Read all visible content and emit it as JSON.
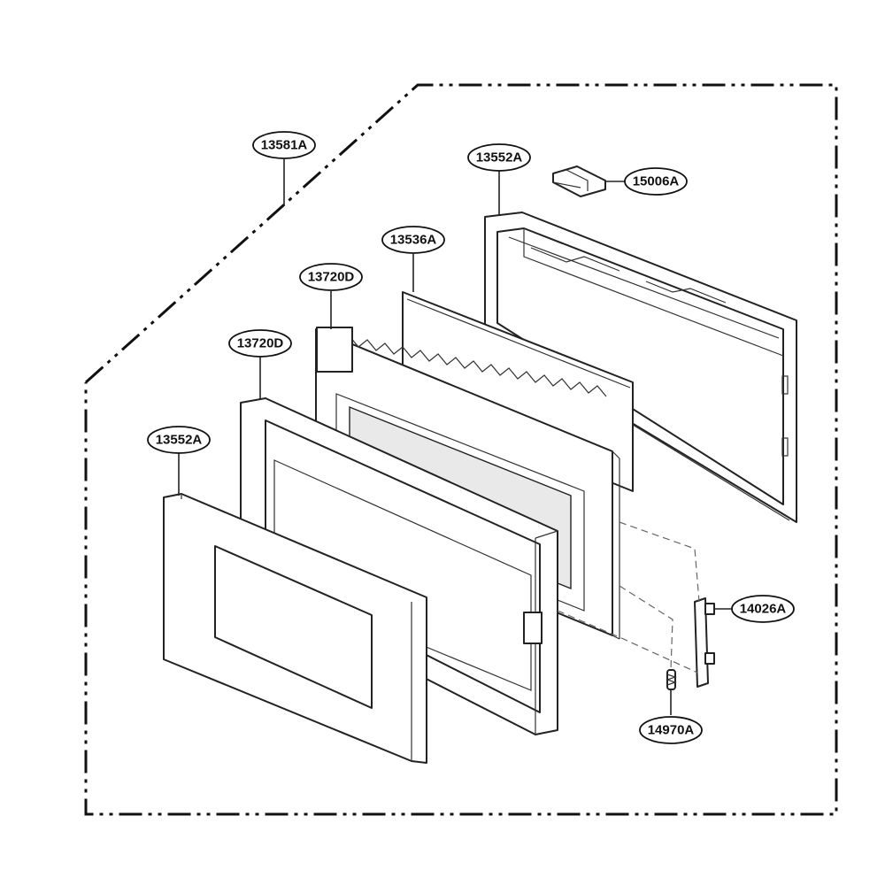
{
  "diagram": {
    "type": "exploded-parts-view",
    "part_labels": [
      {
        "id": "p1",
        "text": "13581A"
      },
      {
        "id": "p2",
        "text": "13552A"
      },
      {
        "id": "p3",
        "text": "15006A"
      },
      {
        "id": "p4",
        "text": "13536A"
      },
      {
        "id": "p5",
        "text": "13720D"
      },
      {
        "id": "p6",
        "text": "13720D"
      },
      {
        "id": "p7",
        "text": "13552A"
      },
      {
        "id": "p8",
        "text": "14026A"
      },
      {
        "id": "p9",
        "text": "14970A"
      }
    ]
  },
  "colors": {
    "line": "#222222",
    "background": "#ffffff",
    "glass": "#e9e9e9"
  }
}
